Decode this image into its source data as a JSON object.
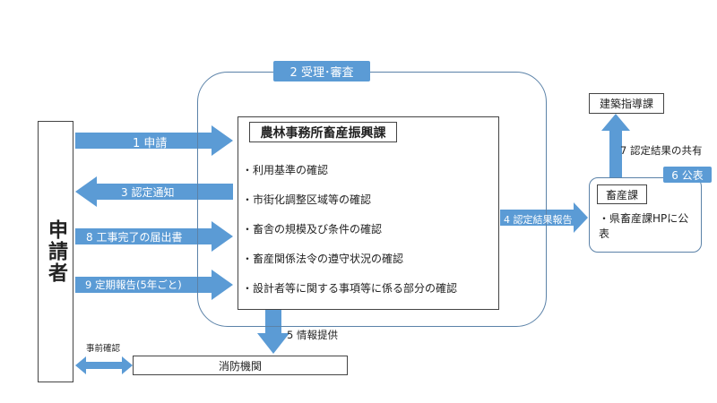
{
  "applicant": {
    "label": "申請者"
  },
  "review": {
    "tag": "2 受理･審査"
  },
  "main_box": {
    "title": "農林事務所畜産振興課",
    "items": [
      "・利用基準の確認",
      "・市街化調整区域等の確認",
      "・畜舎の規模及び条件の確認",
      "・畜産関係法令の遵守状況の確認",
      "・設計者等に関する事項等に係る部分の確認"
    ]
  },
  "arrows": {
    "a1": "1 申請",
    "a3": "3 認定通知",
    "a8": "8 工事完了の届出書",
    "a9": "9 定期報告(5年ごと)"
  },
  "result_report": "4 認定結果報告",
  "info_provision": "5 情報提供",
  "fire_dept": "消防機関",
  "prior_consult": "事前確認",
  "kenchiku": "建築指導課",
  "share": "7 認定結果の共有",
  "publish": "6 公表",
  "tikusan": {
    "title": "畜産課",
    "item": "・県畜産課HPに公表"
  },
  "colors": {
    "arrow": "#5b9bd5",
    "border": "#444444",
    "panel_border": "#5b82a8"
  }
}
